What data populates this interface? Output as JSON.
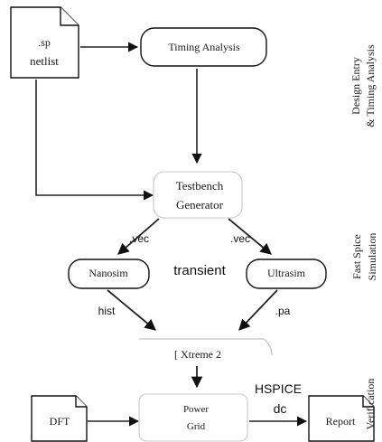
{
  "nodes": {
    "sp_netlist": {
      "line1": ".sp",
      "line2": "netlist"
    },
    "timing_analysis": {
      "label": "Timing Analysis"
    },
    "testbench_generator": {
      "line1": "Testbench",
      "line2": "Generator"
    },
    "nanosim": {
      "label": "Nanosim"
    },
    "ultrasim": {
      "label": "Ultrasim"
    },
    "xtreme2": {
      "label": "[   Xtreme 2"
    },
    "dft": {
      "label": "DFT"
    },
    "power_grid": {
      "line1": "Power",
      "line2": "Grid"
    },
    "report": {
      "label": "Report"
    }
  },
  "edge_labels": {
    "vec_left": ".vec",
    "vec_right": ".vec",
    "transient": "transient",
    "hist": "hist",
    "pa": ".pa",
    "hspice": "HSPICE",
    "dc": "dc"
  },
  "section_labels": {
    "design_entry": {
      "line1": "Design Entry",
      "line2": "& Timing Analysis"
    },
    "fast_spice": {
      "line1": "Fast Spice",
      "line2": "Simulation"
    },
    "verification": {
      "line1": "Verification"
    }
  }
}
